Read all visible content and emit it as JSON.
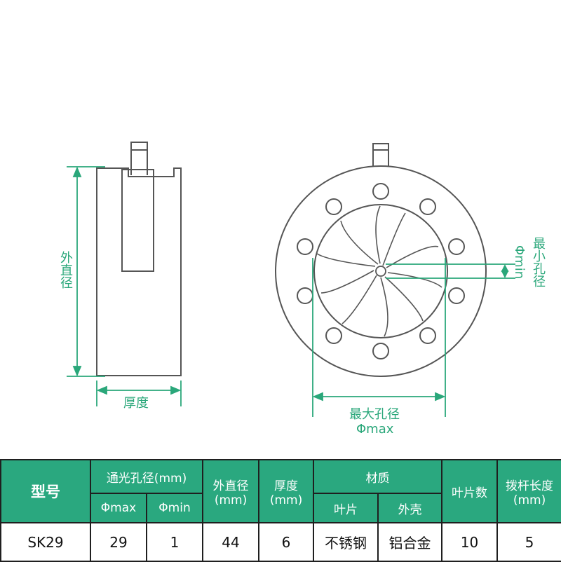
{
  "labels": {
    "outer_diameter": "外直径",
    "thickness": "厚度",
    "min_aperture": "最小孔径",
    "min_symbol": "Φmin",
    "max_aperture": "最大孔径",
    "max_symbol": "Φmax"
  },
  "colors": {
    "accent": "#2aa87f",
    "line": "#555555",
    "text": "#111111"
  },
  "table": {
    "header": {
      "model": "型号",
      "aperture": "通光孔径(mm)",
      "phi_max": "Φmax",
      "phi_min": "Φmin",
      "outer_diameter": "外直径\n(mm)",
      "thickness": "厚度\n(mm)",
      "material": "材质",
      "blade": "叶片",
      "shell": "外壳",
      "blade_count": "叶片数",
      "lever_length": "拨杆长度\n(mm)"
    },
    "row": {
      "model": "SK29",
      "phi_max": "29",
      "phi_min": "1",
      "outer_diameter": "44",
      "thickness": "6",
      "blade": "不锈钢",
      "shell": "铝合金",
      "blade_count": "10",
      "lever_length": "5"
    }
  }
}
